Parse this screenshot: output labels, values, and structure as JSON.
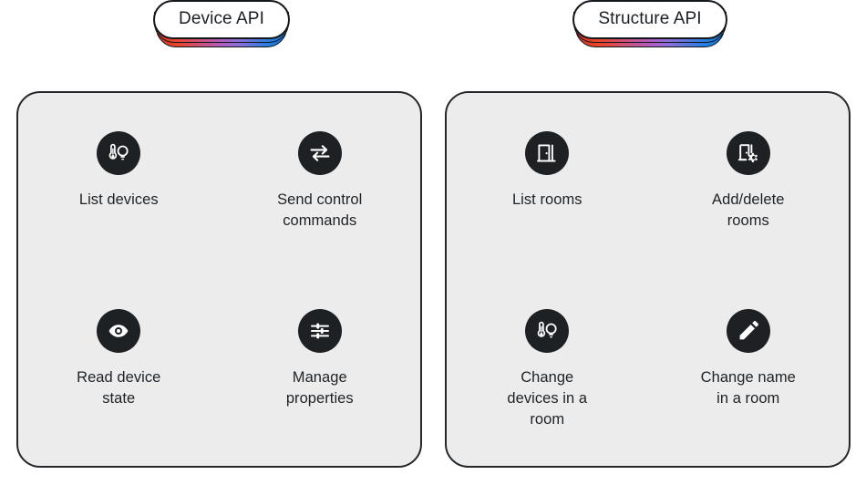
{
  "columns": [
    {
      "badge": "Device API",
      "items": [
        {
          "icon": "thermometer-bulb-icon",
          "label": "List devices"
        },
        {
          "icon": "swap-arrows-icon",
          "label": "Send control\ncommands"
        },
        {
          "icon": "eye-icon",
          "label": "Read device\nstate"
        },
        {
          "icon": "sliders-tune-icon",
          "label": "Manage\nproperties"
        }
      ]
    },
    {
      "badge": "Structure API",
      "items": [
        {
          "icon": "door-icon",
          "label": "List rooms"
        },
        {
          "icon": "door-gear-icon",
          "label": "Add/delete\nrooms"
        },
        {
          "icon": "thermometer-bulb-icon",
          "label": "Change\ndevices in a\nroom"
        },
        {
          "icon": "pencil-edit-icon",
          "label": "Change name\nin a room"
        }
      ]
    }
  ],
  "colors": {
    "background": "#ffffff",
    "panel_fill": "#ececec",
    "panel_border": "#24272b",
    "icon_circle": "#1e2124",
    "icon_glyph": "#ffffff",
    "text": "#1e2227",
    "gradient_start": "#d63422",
    "gradient_mid": "#9b6fd4",
    "gradient_end": "#1a6fd0"
  }
}
